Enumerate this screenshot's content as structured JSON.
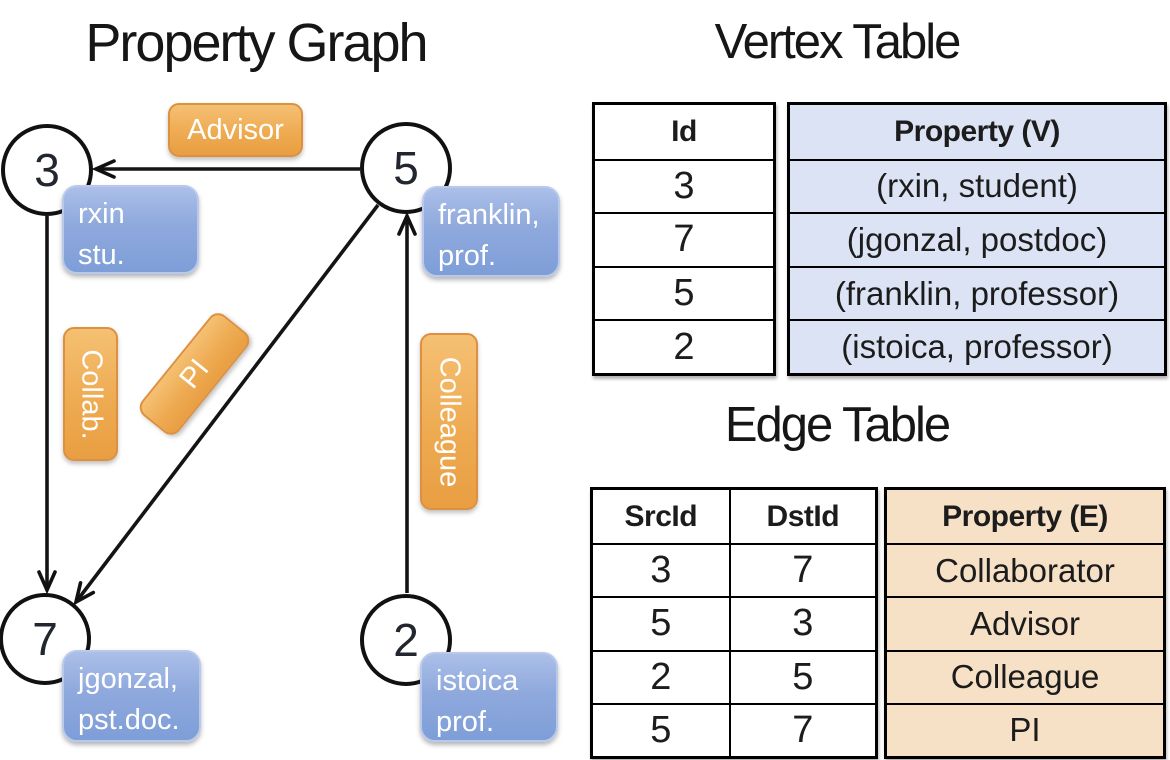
{
  "graph": {
    "title": "Property Graph",
    "nodes": [
      {
        "id": "3",
        "line1": "rxin",
        "line2": "stu."
      },
      {
        "id": "5",
        "line1": "franklin,",
        "line2": "prof."
      },
      {
        "id": "7",
        "line1": "jgonzal,",
        "line2": "pst.doc."
      },
      {
        "id": "2",
        "line1": "istoica",
        "line2": "prof."
      }
    ],
    "edges": [
      {
        "src": "5",
        "dst": "3",
        "label": "Advisor"
      },
      {
        "src": "3",
        "dst": "7",
        "label": "Collab."
      },
      {
        "src": "5",
        "dst": "7",
        "label": "PI"
      },
      {
        "src": "2",
        "dst": "5",
        "label": "Colleague"
      }
    ]
  },
  "vertex_table": {
    "title": "Vertex Table",
    "columns": {
      "id": "Id",
      "property": "Property (V)"
    },
    "rows": [
      {
        "id": "3",
        "property": "(rxin, student)"
      },
      {
        "id": "7",
        "property": "(jgonzal, postdoc)"
      },
      {
        "id": "5",
        "property": "(franklin, professor)"
      },
      {
        "id": "2",
        "property": "(istoica, professor)"
      }
    ]
  },
  "edge_table": {
    "title": "Edge Table",
    "columns": {
      "src": "SrcId",
      "dst": "DstId",
      "property": "Property (E)"
    },
    "rows": [
      {
        "src": "3",
        "dst": "7",
        "property": "Collaborator"
      },
      {
        "src": "5",
        "dst": "3",
        "property": "Advisor"
      },
      {
        "src": "2",
        "dst": "5",
        "property": "Colleague"
      },
      {
        "src": "5",
        "dst": "7",
        "property": "PI"
      }
    ]
  },
  "colors": {
    "node_label_blue": "#7E9ED8",
    "edge_label_orange": "#EB9F43",
    "vertex_property_fill": "#DBE3F4",
    "edge_property_fill": "#F6E0C6",
    "line_black": "#111111"
  }
}
